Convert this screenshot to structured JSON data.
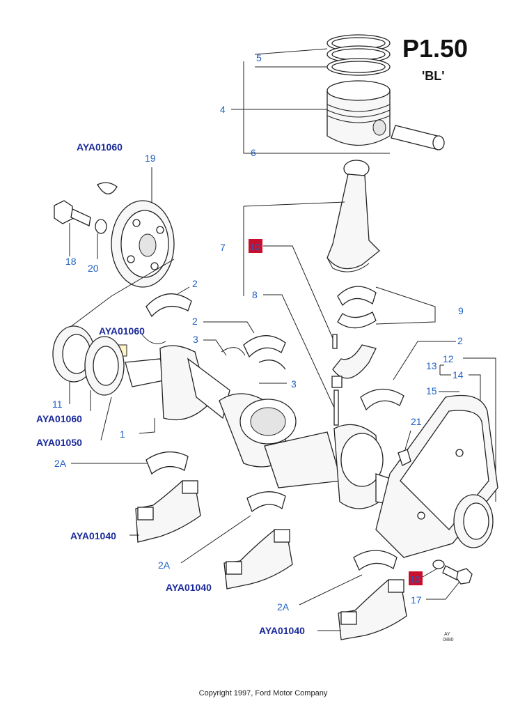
{
  "diagram": {
    "title": "P1.50",
    "subtitle": "'BL'",
    "copyright": "Copyright 1997, Ford Motor Company",
    "ref_code": "AY\n0880",
    "highlight_color": "#c8102e",
    "label_color": "#1f5fc4",
    "code_color": "#1a2a9a",
    "callouts": {
      "c5": "5",
      "c4": "4",
      "c6": "6",
      "code_top": "AYA01060",
      "c19": "19",
      "c18": "18",
      "c20": "20",
      "c7": "7",
      "h10a": "10",
      "c8": "8",
      "c9": "9",
      "c2a": "2",
      "c2b": "2",
      "c2c": "2",
      "code_mid": "AYA01060",
      "c3a": "3",
      "c3b": "3",
      "c13": "13",
      "c12": "12",
      "c14": "14",
      "c15": "15",
      "c11": "11",
      "code_left": "AYA01060",
      "code_1050": "AYA01050",
      "c1": "1",
      "c21": "21",
      "c2A1": "2A",
      "code_cap1": "AYA01040",
      "c2A2": "2A",
      "code_cap2": "AYA01040",
      "h10b": "10",
      "c17": "17",
      "c2A3": "2A",
      "code_cap3": "AYA01040"
    }
  }
}
